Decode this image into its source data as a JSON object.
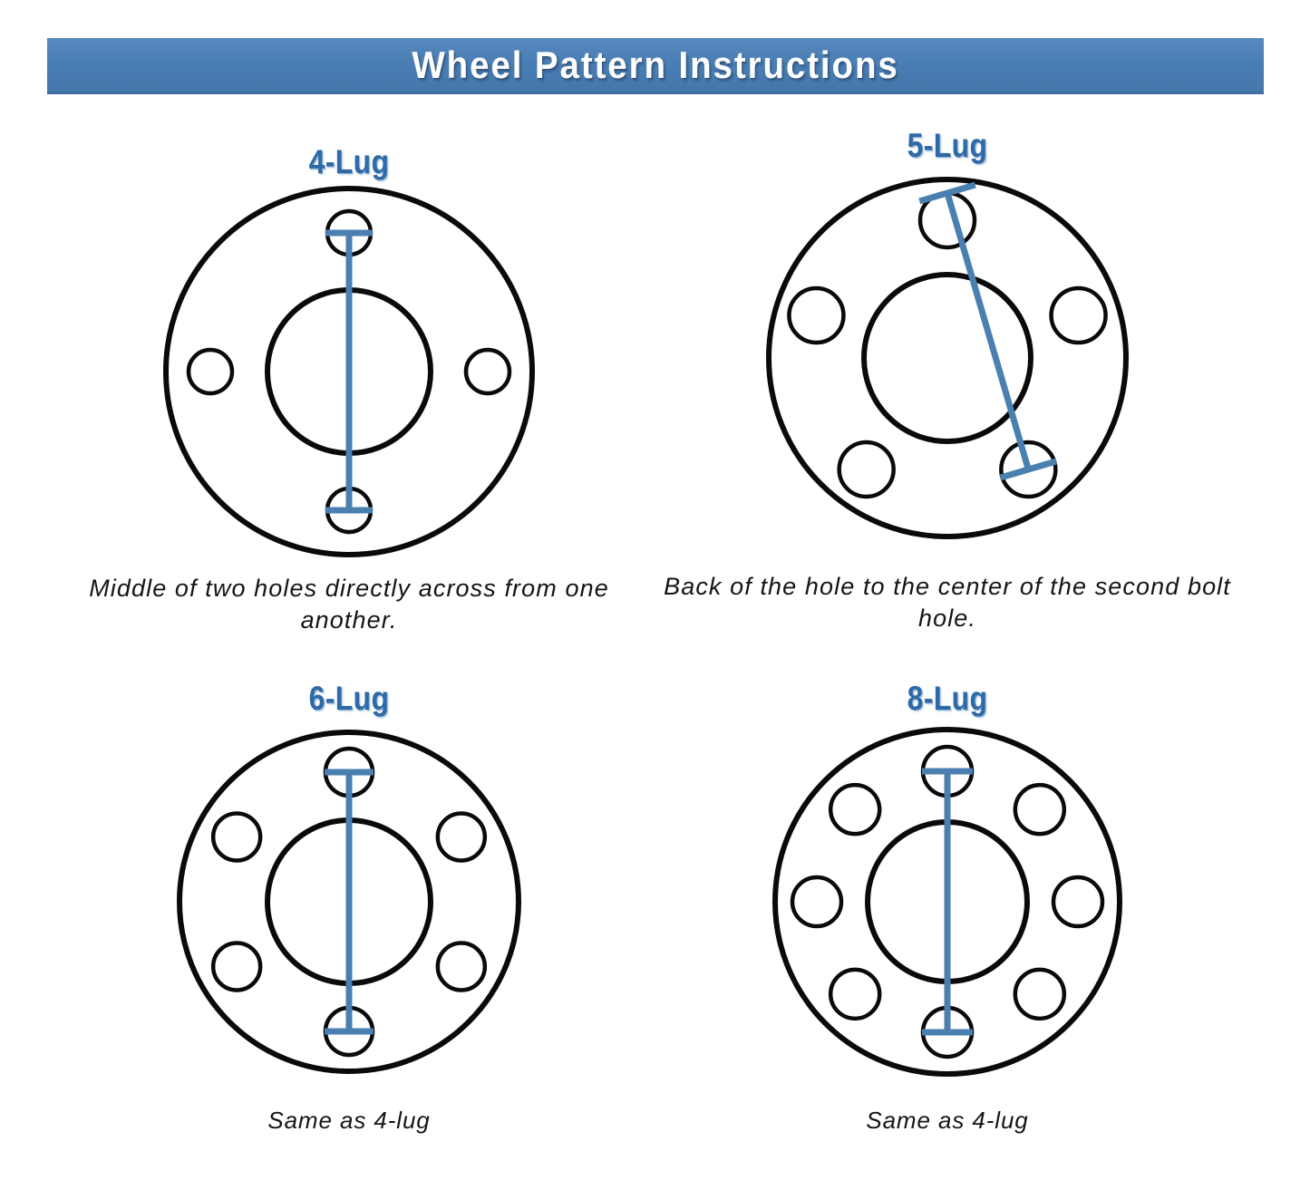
{
  "header": {
    "title": "Wheel Pattern Instructions",
    "banner_color": "#4a7fb5",
    "title_color": "#ffffff"
  },
  "theme": {
    "accent_blue": "#2f6aa8",
    "measure_line_color": "#4a7fb0",
    "outline_color": "#0a0a0a",
    "background": "#ffffff"
  },
  "diagrams": [
    {
      "id": "four-lug",
      "label": "4-Lug",
      "caption": "Middle of two holes directly across from one another.",
      "lug_count": 4,
      "measurement": "center-to-center",
      "geometry": {
        "outer_radius": 202,
        "bore_radius": 90,
        "bolt_circle_radius": 153,
        "hole_radius": 24,
        "start_angle_deg": -90,
        "measure_from_angle_deg": -90,
        "measure_to_angle_deg": 90,
        "cap_half_width": 26
      }
    },
    {
      "id": "five-lug",
      "label": "5-Lug",
      "caption": "Back of the hole to the center of the second bolt hole.",
      "lug_count": 5,
      "measurement": "back-of-hole-to-center",
      "geometry": {
        "outer_radius": 197,
        "bore_radius": 92,
        "bolt_circle_radius": 152,
        "hole_radius": 30,
        "start_angle_deg": -90,
        "measure_from_angle_deg": -90,
        "measure_to_angle_deg": 54,
        "cap_half_width": 32
      }
    },
    {
      "id": "six-lug",
      "label": "6-Lug",
      "caption": "Same as 4-lug",
      "lug_count": 6,
      "measurement": "center-to-center",
      "geometry": {
        "outer_radius": 187,
        "bore_radius": 90,
        "bolt_circle_radius": 143,
        "hole_radius": 26,
        "start_angle_deg": -90,
        "measure_from_angle_deg": -90,
        "measure_to_angle_deg": 90,
        "cap_half_width": 27
      }
    },
    {
      "id": "eight-lug",
      "label": "8-Lug",
      "caption": "Same as 4-lug",
      "lug_count": 8,
      "measurement": "center-to-center",
      "geometry": {
        "outer_radius": 190,
        "bore_radius": 88,
        "bolt_circle_radius": 144,
        "hole_radius": 27,
        "start_angle_deg": -90,
        "measure_from_angle_deg": -90,
        "measure_to_angle_deg": 90,
        "cap_half_width": 28
      }
    }
  ]
}
